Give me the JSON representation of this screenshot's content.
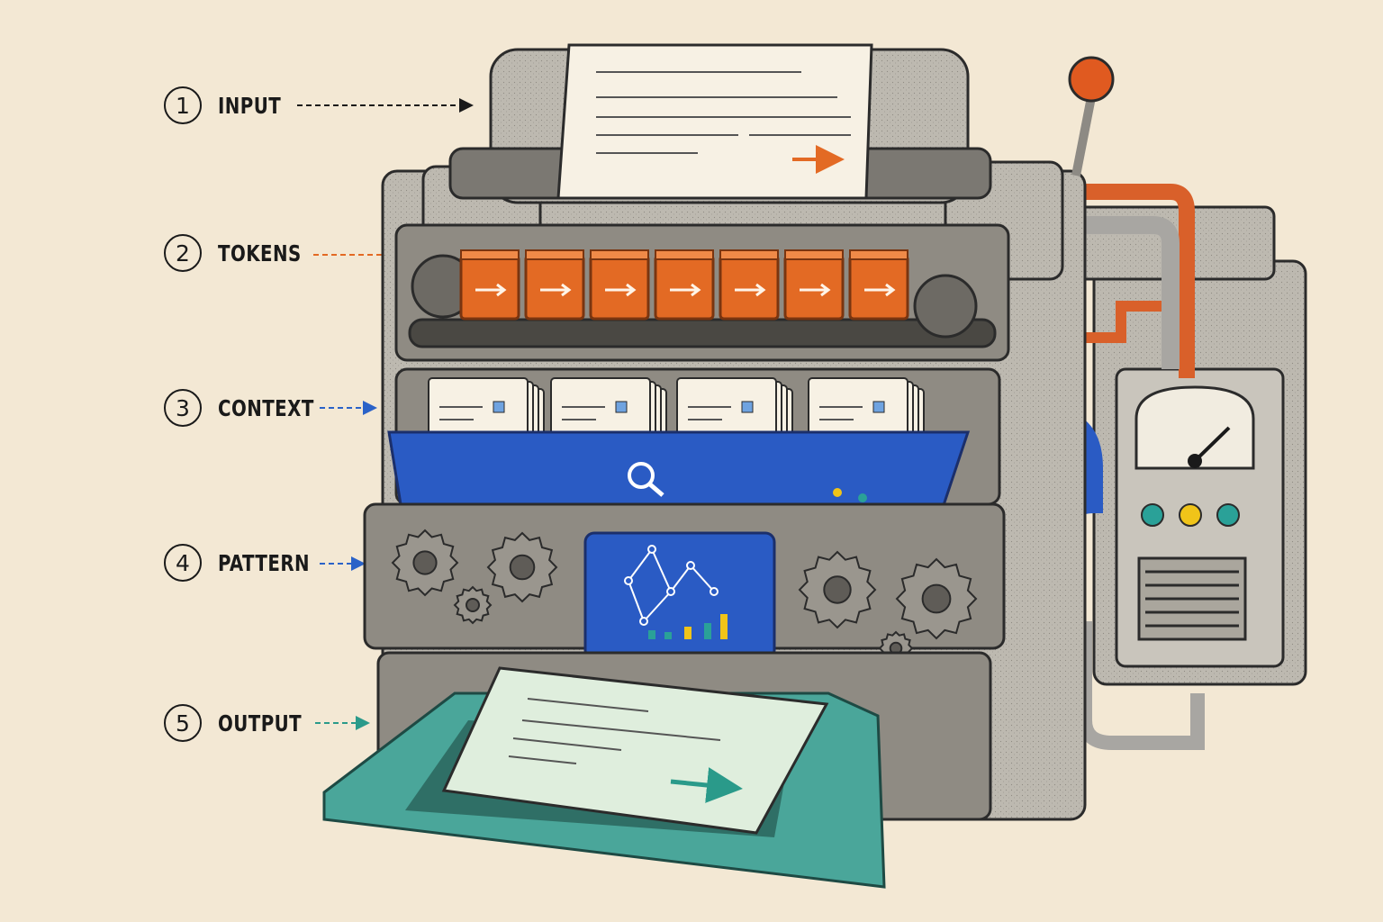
{
  "stages": [
    {
      "number": "1",
      "label": "INPUT",
      "arrow_color": "#1a1a1a"
    },
    {
      "number": "2",
      "label": "TOKENS",
      "arrow_color": "#e36a24"
    },
    {
      "number": "3",
      "label": "CONTEXT",
      "arrow_color": "#2a62c8"
    },
    {
      "number": "4",
      "label": "PATTERN",
      "arrow_color": "#2a62c8"
    },
    {
      "number": "5",
      "label": "OUTPUT",
      "arrow_color": "#2a9a8a"
    }
  ],
  "colors": {
    "background": "#f3e8d4",
    "frame": "#b9b5ad",
    "token_orange": "#e36a24",
    "context_blue": "#2a5bc4",
    "output_teal": "#4aa69a",
    "paper": "#f7f1e4",
    "output_paper": "#dfeedd",
    "lever_knob": "#e05a20"
  },
  "token_blocks": 7,
  "context_card_stacks": 4
}
